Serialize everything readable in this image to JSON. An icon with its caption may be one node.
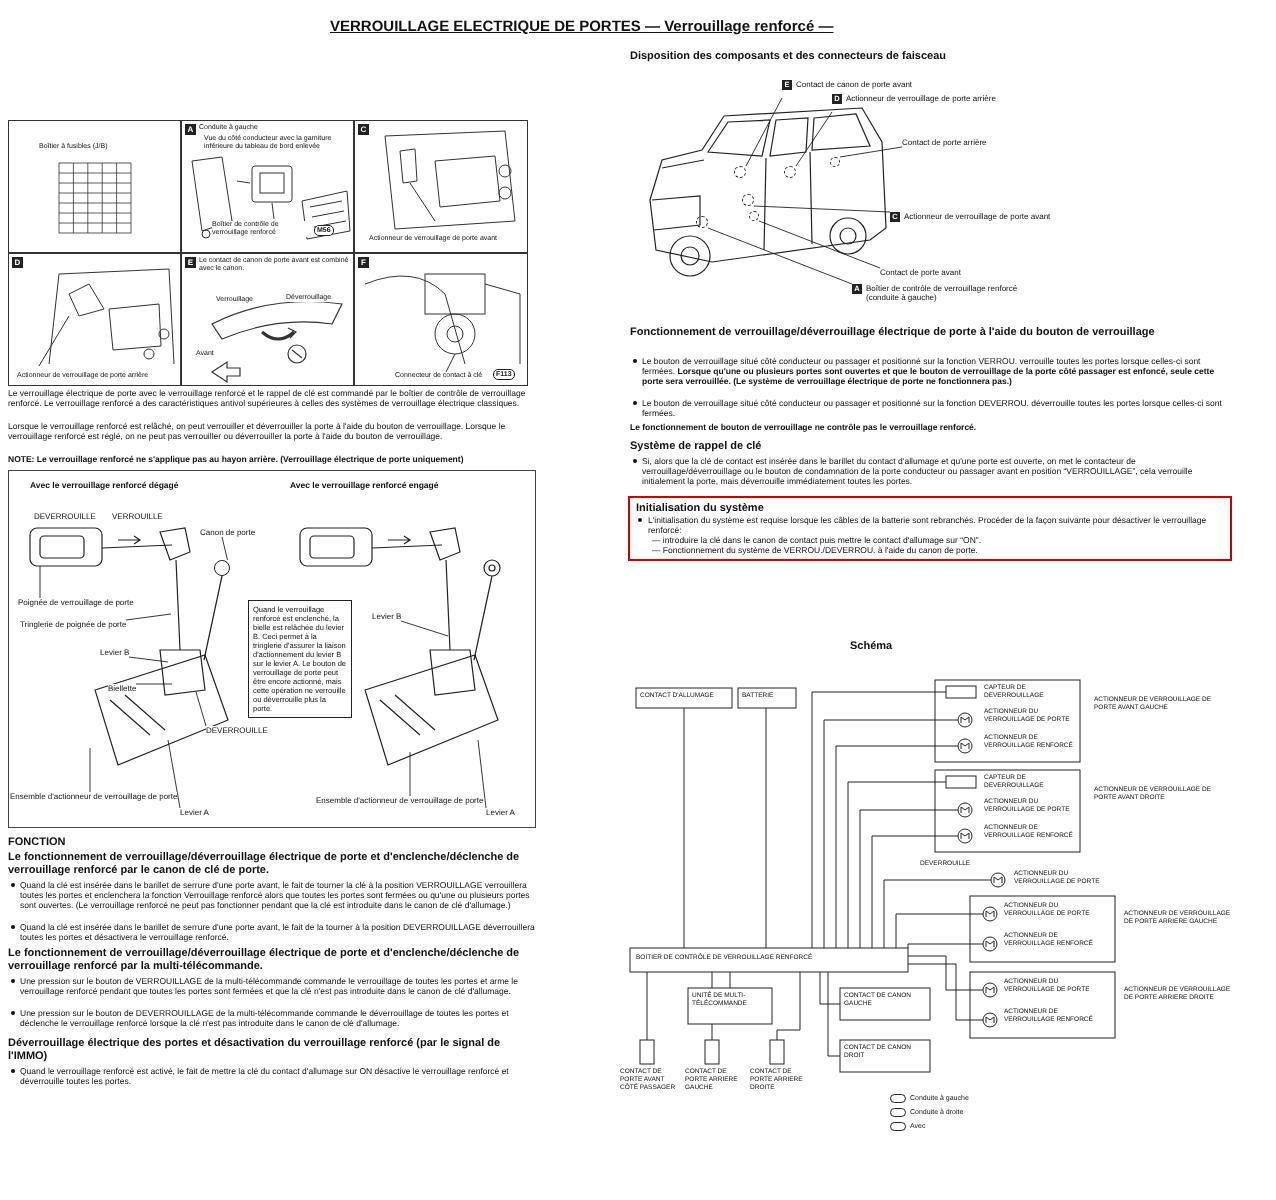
{
  "diagram": {
    "title": "VERROUILLAGE ELECTRIQUE DE PORTES — Verrouillage renforcé —",
    "nodes": [
      {
        "text": [
          "Boîtier à fusibles (J/B)"
        ]
      },
      {
        "text": [
          "A",
          "Conduite à gauche",
          "Vue du côté conducteur avec la garniture inférieure du tableau de bord enlevée",
          "Boîtier de contrôle de verrouillage renforcé",
          "M56"
        ]
      },
      {
        "text": [
          "C",
          "Actionneur de verrouillage de porte avant"
        ]
      },
      {
        "text": [
          "D",
          "Actionneur de verrouillage de porte arrière"
        ]
      },
      {
        "text": [
          "E",
          "Le contact de canon de porte avant est combiné avec le canon.",
          "Verrouillage",
          "Déverrouillage",
          "Avant"
        ]
      },
      {
        "text": [
          "F",
          "Connecteur de contact à clé",
          "F113"
        ]
      },
      {
        "text": [
          "Canon de porte"
        ]
      },
      {
        "text": [
          "Poignée de verrouillage de porte"
        ]
      },
      {
        "text": [
          "Tringlerie de poignée de porte"
        ]
      },
      {
        "text": [
          "Levier B"
        ]
      },
      {
        "text": [
          "Biellette"
        ]
      },
      {
        "text": [
          "DEVERROUILLE"
        ]
      },
      {
        "text": [
          "Ensemble d'actionneur de verrouillage de porte"
        ]
      },
      {
        "text": [
          "Levier A"
        ]
      },
      {
        "text": [
          "Quand le verrouillage renforcé est enclenché, la bielle est relâchée du levier B. Ceci permet à la tringlerie d'assurer la liaison d'actionnement du levier B sur le levier A. Le bouton de verrouillage de porte peut être encore actionné, mais cette opération ne verrouille ou déverrouille plus la porte."
        ]
      },
      {
        "text": [
          "Levier B"
        ]
      },
      {
        "text": [
          "Ensemble d'actionneur de verrouillage de porte"
        ]
      },
      {
        "text": [
          "Levier A"
        ]
      },
      {
        "text": [
          "E",
          "Contact de canon de porte avant"
        ]
      },
      {
        "text": [
          "D",
          "Actionneur de verrouillage de porte arrière"
        ]
      },
      {
        "text": [
          "Contact de porte arrière"
        ]
      },
      {
        "text": [
          "C",
          "Actionneur de verrouillage de porte avant"
        ]
      },
      {
        "text": [
          "Contact de porte avant"
        ]
      },
      {
        "text": [
          "A",
          "Boîtier de contrôle de verrouillage renforcé (conduite à gauche)"
        ]
      },
      {
        "text": [
          "Initialisation du système",
          "L'initialisation du système est requise lorsque les câbles de la batterie sont rebranchés. Procéder de la façon suivante pour désactiver le verrouillage renforcé:",
          "— introduire la clé dans le canon de contact puis mettre le contact d'allumage sur “ON”.",
          "— Fonctionnement du système de VERROU./DEVERROU. à l'aide du canon de porte."
        ]
      },
      {
        "text": [],
        "shape": "circle"
      },
      {
        "text": [],
        "shape": "circle"
      },
      {
        "text": [],
        "shape": "circle"
      },
      {
        "text": [],
        "shape": "circle"
      },
      {
        "text": [],
        "shape": "circle"
      },
      {
        "text": [],
        "shape": "circle"
      },
      {
        "text": [],
        "shape": "circle"
      }
    ],
    "edges": [
      {
        "from": 6,
        "to": 25,
        "arrow": "none"
      },
      {
        "from": 7,
        "to": null,
        "arrow": "none"
      },
      {
        "from": 8,
        "to": null,
        "arrow": "none"
      },
      {
        "from": 9,
        "to": null,
        "arrow": "none"
      },
      {
        "from": 10,
        "to": null,
        "arrow": "none"
      },
      {
        "from": 11,
        "to": null,
        "arrow": "none"
      },
      {
        "from": 12,
        "to": null,
        "arrow": "none"
      },
      {
        "from": 13,
        "to": null,
        "arrow": "none"
      },
      {
        "from": 15,
        "to": null,
        "arrow": "none"
      },
      {
        "from": 16,
        "to": null,
        "arrow": "none"
      },
      {
        "from": 17,
        "to": null,
        "arrow": "none"
      },
      {
        "from": 18,
        "to": 26,
        "arrow": "none"
      },
      {
        "from": 19,
        "to": 27,
        "arrow": "none"
      },
      {
        "from": 20,
        "to": 28,
        "arrow": "none"
      },
      {
        "from": 21,
        "to": 29,
        "arrow": "none"
      },
      {
        "from": 22,
        "to": 30,
        "arrow": "none"
      },
      {
        "from": 23,
        "to": 31,
        "arrow": "none"
      }
    ],
    "labels": [
      "Le verrouillage électrique de porte avec le verrouillage renforcé et le rappel de clé est commandé par le boîtier de contrôle de verrouillage renforcé. Le verrouillage renforcé a des caractéristiques antivol supérieures à celles des systèmes de verrouillage électrique classiques.",
      "Lorsque le verrouillage renforcé est relâché, on peut verrouiller et déverrouiller la porte à l'aide du bouton de verrouillage. Lorsque le verrouillage renforcé est réglé, on ne peut pas verrouiller ou déverrouiller la porte à l'aide du bouton de verrouillage.",
      "NOTE: Le verrouillage renforcé ne s'applique pas au hayon arrière. (Verrouillage électrique de porte uniquement)",
      "Avec le verrouillage renforcé dégagé",
      "Avec le verrouillage renforcé engagé",
      "DEVERROUILLE",
      "VERROUILLE",
      "FONCTION",
      "Le fonctionnement de verrouillage/déverrouillage électrique de porte et d'enclenche/déclenche de verrouillage renforcé par le canon de clé de porte.",
      "Quand la clé est insérée dans le barillet de serrure d'une porte avant, le fait de tourner la clé à la position VERROUILLAGE verrouillera toutes les portes et enclenchera la fonction Verrouillage renforcé alors que toutes les portes sont fermées ou qu'une ou plusieurs portes sont ouvertes. (Le verrouillage renforcé ne peut pas fonctionner pendant que la clé est introduite dans le canon de clé d'allumage.)",
      "Quand la clé est insérée dans le barillet de serrure d'une porte avant, le fait de la tourner à la position DEVERROUILLAGE déverrouillera toutes les portes et désactivera le verrouillage renforcé.",
      "Le fonctionnement de verrouillage/déverrouillage électrique de porte et d'enclenche/déclenche de verrouillage renforcé par la multi-télécommande.",
      "Une pression sur le bouton de VERROUILLAGE de la multi-télécommande commande le verrouillage de toutes les portes et arme le verrouillage renforcé pendant que toutes les portes sont fermées et que la clé n'est pas introduite dans le canon de clé d'allumage.",
      "Une pression sur le bouton de DEVERROUILLAGE de la multi-télécommande commande le déverrouillage de toutes les portes et déclenche le verrouillage renforcé lorsque la clé n'est pas introduite dans le canon de clé d'allumage.",
      "Déverrouillage électrique des portes et désactivation du verrouillage renforcé (par le signal de l'IMMO)",
      "Quand le verrouillage renforcé est activé, le fait de mettre la clé du contact d'allumage sur ON désactive le verrouillage renforcé et déverrouille toutes les portes.",
      "Disposition des composants et des connecteurs de faisceau",
      "Fonctionnement de verrouillage/déverrouillage électrique de porte à l'aide du bouton de verrouillage",
      "Le bouton de verrouillage situé côté conducteur ou passager et positionné sur la fonction VERROU. verrouille toutes les portes lorsque celles-ci sont fermées. **Lorsque qu'une ou plusieurs portes sont ouvertes et que le bouton de verrouillage de la porte côté passager est enfoncé, seule cette porte sera verrouillée. (Le système de verrouillage électrique de porte ne fonctionnera pas.)**",
      "Le bouton de verrouillage situé côté conducteur ou passager et positionné sur la fonction DEVERROU. déverrouille toutes les portes lorsque celles-ci sont fermées.",
      "Le fonctionnement de bouton de verrouillage ne contrôle pas le verrouillage renforcé.",
      "Système de rappel de clé",
      "Si, alors que la clé de contact est insérée dans le barillet du contact d'allumage et qu'une porte est ouverte, on met le contacteur de verrouillage/déverrouillage ou le bouton de condamnation de la porte conducteur ou passager avant en position “VERROUILLAGE”, cela verrouille initialement la porte, mais déverrouille immédiatement toutes les portes.",
      "Schéma",
      "CONTACT D'ALLUMAGE",
      "BATTERIE",
      "CAPTEUR DE DEVERROUILLAGE",
      "ACTIONNEUR DU VERROUILLAGE DE PORTE",
      "ACTIONNEUR DE VERROUILLAGE RENFORCÉ",
      "ACTIONNEUR DE VERROUILLAGE DE PORTE AVANT GAUCHE",
      "CAPTEUR DE DEVERROUILLAGE",
      "ACTIONNEUR DU VERROUILLAGE DE PORTE",
      "ACTIONNEUR DE VERROUILLAGE RENFORCÉ",
      "ACTIONNEUR DE VERROUILLAGE DE PORTE AVANT DROITE",
      "DEVERROUILLE",
      "ACTIONNEUR DU VERROUILLAGE DE PORTE",
      "ACTIONNEUR DU VERROUILLAGE DE PORTE",
      "ACTIONNEUR DE VERROUILLAGE RENFORCÉ",
      "ACTIONNEUR DE VERROUILLAGE DE PORTE ARRIERE GAUCHE",
      "ACTIONNEUR DU VERROUILLAGE DE PORTE",
      "ACTIONNEUR DE VERROUILLAGE RENFORCÉ",
      "ACTIONNEUR DE VERROUILLAGE DE PORTE ARRIERE DROITE",
      "BOITIER DE CONTRÔLE DE VERROUILLAGE RENFORCÉ",
      "UNITÉ DE MULTI-TÉLÉCOMMANDE",
      "CONTACT DE CANON GAUCHE",
      "CONTACT DE CANON DROIT",
      "CONTACT DE PORTE AVANT CÔTÉ PASSAGER",
      "CONTACT DE PORTE ARRIERE GAUCHE",
      "CONTACT DE PORTE ARRIERE DROITE"
    ],
    "legend": [
      {
        "text": "Conduite à gauche"
      },
      {
        "text": "Conduite à droite"
      },
      {
        "text": "Avec"
      }
    ]
  }
}
